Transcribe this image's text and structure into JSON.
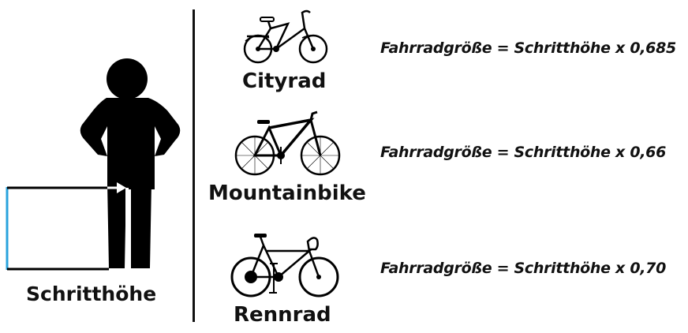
{
  "left_panel": {
    "figure_icon": "person-silhouette-icon",
    "measure_label": "Schritthöhe",
    "measure_line_color": "#29a3dd"
  },
  "bikes": [
    {
      "name": "Cityrad",
      "icon": "city-bike-icon",
      "formula": "Fahrradgröße = Schritthöhe x 0,685",
      "factor": "0,685"
    },
    {
      "name": "Mountainbike",
      "icon": "mountain-bike-icon",
      "formula": "Fahrradgröße = Schritthöhe x 0,66",
      "factor": "0,66"
    },
    {
      "name": "Rennrad",
      "icon": "road-bike-icon",
      "formula": "Fahrradgröße = Schritthöhe x 0,70",
      "factor": "0,70"
    }
  ]
}
